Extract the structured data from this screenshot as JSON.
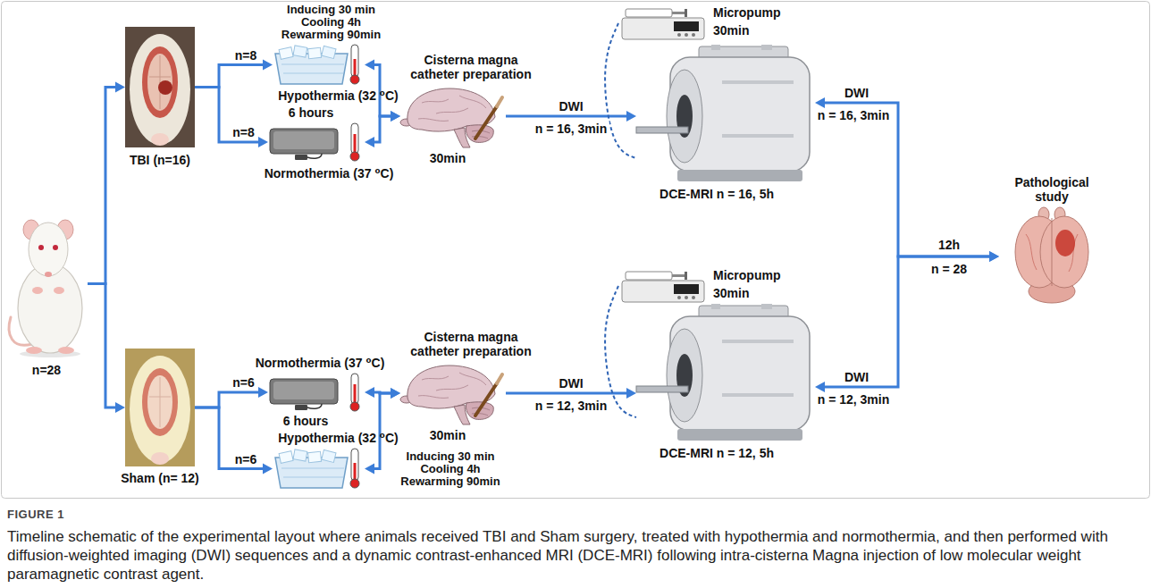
{
  "diagram": {
    "caption": "Timeline schematic of the experimental layout where animals received TBI and Sham surgery, treated with hypothermia and normothermia, and then performed with diffusion-weighted imaging (DWI) sequences and a dynamic contrast-enhanced MRI (DCE-MRI) following intra-cisterna Magna injection of low molecular weight paramagnetic contrast agent.",
    "nodes": [
      {
        "text": [
          "n=28"
        ]
      },
      {
        "text": [
          "TBI (n=16)"
        ]
      },
      {
        "text": [
          "Inducing 30 min Cooling 4h Rewarming 90min",
          "Hypothermia (32 ⁰C)"
        ]
      },
      {
        "text": [
          "6 hours",
          "Normothermia (37 ⁰C)"
        ]
      },
      {
        "text": [
          "Cisterna magna catheter preparation",
          "30min"
        ]
      },
      {
        "text": [
          "Micropump",
          "30min"
        ]
      },
      {
        "text": [
          "DCE-MRI n = 16, 5h"
        ]
      },
      {
        "text": [
          "Pathological study"
        ]
      },
      {
        "text": [
          "Sham (n= 12)"
        ]
      },
      {
        "text": [
          "Normothermia (37 ⁰C)",
          "6 hours"
        ]
      },
      {
        "text": [
          "Hypothermia (32 ⁰C)",
          "Inducing 30 min Cooling 4h Rewarming 90min"
        ]
      },
      {
        "text": [
          "Cisterna magna catheter preparation",
          "30min"
        ]
      },
      {
        "text": [
          "Micropump",
          "30min"
        ]
      },
      {
        "text": [
          "DCE-MRI n = 12, 5h"
        ]
      }
    ],
    "edges": [
      {
        "from": 0,
        "to": 1,
        "arrow": "to"
      },
      {
        "from": 0,
        "to": 8,
        "arrow": "to"
      },
      {
        "from": 1,
        "to": 2,
        "label": "n=8",
        "arrow": "to"
      },
      {
        "from": 1,
        "to": 3,
        "label": "n=8",
        "arrow": "to"
      },
      {
        "from": 2,
        "to": 4,
        "arrow": "both"
      },
      {
        "from": 3,
        "to": 4,
        "arrow": "both"
      },
      {
        "from": 4,
        "to": 6,
        "label": "DWI",
        "arrow": "to"
      },
      {
        "from": 5,
        "to": 6,
        "arrow": "none"
      },
      {
        "from": 6,
        "to": 7,
        "label": "DWI",
        "arrow": "both"
      },
      {
        "from": 8,
        "to": 9,
        "label": "n=6",
        "arrow": "to"
      },
      {
        "from": 8,
        "to": 10,
        "label": "n=6",
        "arrow": "to"
      },
      {
        "from": 9,
        "to": 11,
        "arrow": "both"
      },
      {
        "from": 10,
        "to": 11,
        "arrow": "both"
      },
      {
        "from": 11,
        "to": 13,
        "label": "DWI",
        "arrow": "to"
      },
      {
        "from": 12,
        "to": 13,
        "arrow": "none"
      },
      {
        "from": 13,
        "to": 7,
        "label": "DWI",
        "arrow": "both"
      }
    ],
    "labels": [
      "n = 16, 3min",
      "n = 16, 3min",
      "12h",
      "n = 28",
      "n = 12, 3min",
      "n = 12, 3min",
      "FIGURE 1"
    ]
  }
}
